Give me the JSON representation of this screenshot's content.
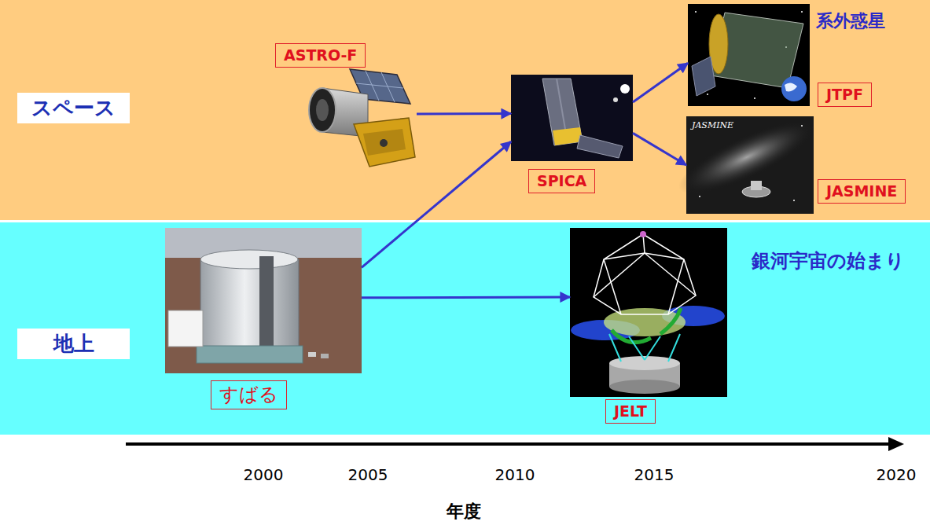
{
  "diagram": {
    "nodes": [
      {
        "text": [
          "スペース"
        ]
      },
      {
        "text": [
          "ASTRO-F"
        ],
        "in": 0
      },
      {
        "text": [
          "SPICA"
        ],
        "in": 0
      },
      {
        "text": [
          "JTPF"
        ],
        "in": 0
      },
      {
        "text": [
          "JASMINE"
        ],
        "in": 0
      },
      {
        "text": [
          "地上"
        ]
      },
      {
        "text": [
          "すばる"
        ],
        "in": 5
      },
      {
        "text": [
          "JELT"
        ],
        "in": 5
      }
    ],
    "edges": [
      {
        "from": 1,
        "to": 2,
        "arrow": "to"
      },
      {
        "from": 6,
        "to": 2,
        "arrow": "to"
      },
      {
        "from": 6,
        "to": 7,
        "arrow": "to"
      },
      {
        "from": 2,
        "to": 3,
        "arrow": "to"
      },
      {
        "from": 2,
        "to": 4,
        "arrow": "to"
      }
    ],
    "labels": [
      "系外惑星",
      "JASMINE",
      "銀河宇宙の始まり",
      "2000",
      "2005",
      "2010",
      "2015",
      "2020",
      "年度"
    ]
  }
}
